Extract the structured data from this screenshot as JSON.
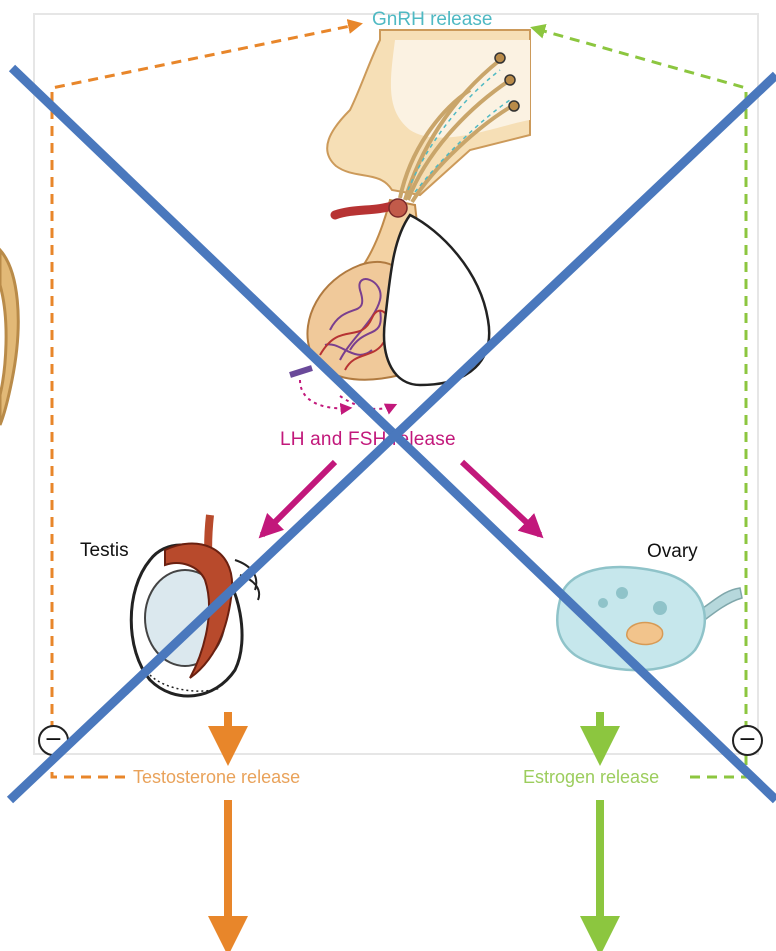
{
  "labels": {
    "gnrh": "GnRH release",
    "lh_fsh": "LH and FSH release",
    "testis": "Testis",
    "ovary": "Ovary",
    "testosterone": "Testosterone release",
    "estrogen": "Estrogen release",
    "negative_feedback": "−"
  },
  "colors": {
    "male_pathway": "#e8862a",
    "female_pathway": "#8cc63f",
    "gnrh_text": "#4fb9c3",
    "lh_fsh": "#c2187b",
    "cross_mark": "#4a78bd"
  },
  "overlay": {
    "crossed_out": true
  }
}
